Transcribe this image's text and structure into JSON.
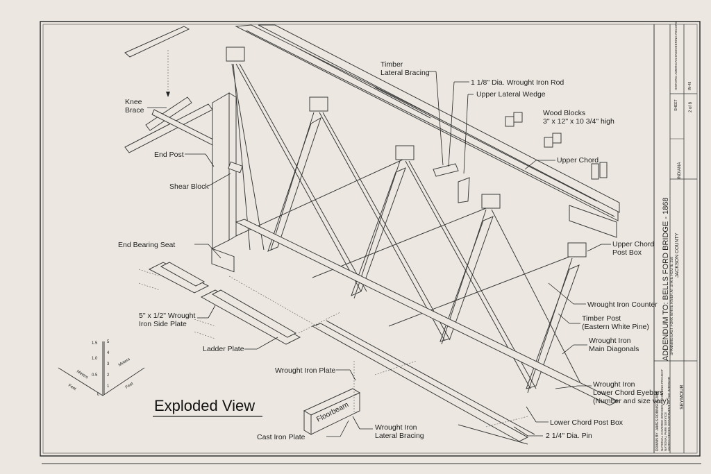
{
  "drawing": {
    "title": "Exploded View",
    "labels": {
      "knee_brace": "Knee\nBrace",
      "end_post": "End Post",
      "shear_block": "Shear Block",
      "end_bearing_seat": "End Bearing Seat",
      "side_plate": "5\" x 1/2\" Wrought\nIron Side Plate",
      "ladder_plate": "Ladder Plate",
      "wi_plate": "Wrought Iron Plate",
      "floorbeam": "Floorbeam",
      "cast_iron_plate": "Cast Iron Plate",
      "wi_lateral_bracing": "Wrought Iron\nLateral Bracing",
      "timber_lateral_bracing": "Timber\nLateral Bracing",
      "rod": "1 1/8\" Dia. Wrought Iron Rod",
      "upper_lateral_wedge": "Upper Lateral Wedge",
      "wood_blocks": "Wood Blocks\n3\" x 12\" x 10 3/4\" high",
      "upper_chord": "Upper Chord",
      "upper_chord_post_box": "Upper Chord\nPost Box",
      "wi_counter": "Wrought Iron Counter",
      "timber_post": "Timber Post\n(Eastern White Pine)",
      "wi_main_diagonals": "Wrought Iron\nMain Diagonals",
      "lower_chord_eyebars": "Wrought Iron\nLower Chord Eyebars\n(Number and size vary)",
      "lower_chord_post_box": "Lower Chord Post Box",
      "pin": "2 1/4\" Dia. Pin"
    },
    "scale_key": {
      "meters": "Meters",
      "feet": "Feet",
      "ticks_m": [
        "0",
        "0.5",
        "1.0",
        "1.5"
      ],
      "ticks_ft": [
        "0",
        "1",
        "2",
        "3",
        "4",
        "5"
      ]
    }
  },
  "title_block": {
    "main_title": "ADDENDUM TO: BELLS FORD BRIDGE - 1868",
    "location": "SPANNING EAST FORK WHITE RIVER AT STATE ROUTE 258",
    "county": "JACKSON COUNTY",
    "city": "SEYMOUR",
    "state": "INDIANA",
    "sheet_label": "SHEET",
    "sheet_no": "2 of 8",
    "survey_label": "HISTORIC AMERICAN ENGINEERING RECORD",
    "survey_no": "IN-48",
    "drawn_by": "DRAWN BY: JAMES ROBINSON 2006",
    "program": "NATIONAL COVERED BRIDGES RECORDING PROJECT",
    "agency": "NATIONAL PARK SERVICE",
    "department": "UNITED STATES DEPARTMENT OF THE INTERIOR"
  }
}
